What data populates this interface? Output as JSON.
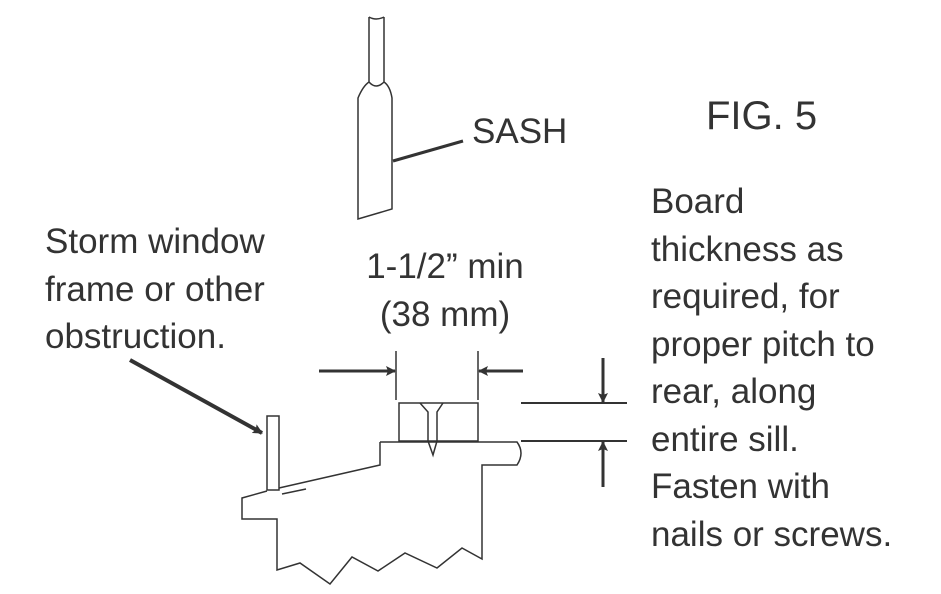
{
  "figure_label": "FIG. 5",
  "sash_label": "SASH",
  "storm_label": [
    "Storm window",
    "frame or other",
    "obstruction."
  ],
  "dimension_label": [
    "1-1/2” min",
    "(38 mm)"
  ],
  "board_note": [
    "Board",
    "thickness as",
    "required, for",
    "proper pitch to",
    "rear, along",
    "entire sill.",
    "Fasten with",
    "nails or screws."
  ],
  "colors": {
    "ink": "#333333",
    "background": "#ffffff"
  }
}
